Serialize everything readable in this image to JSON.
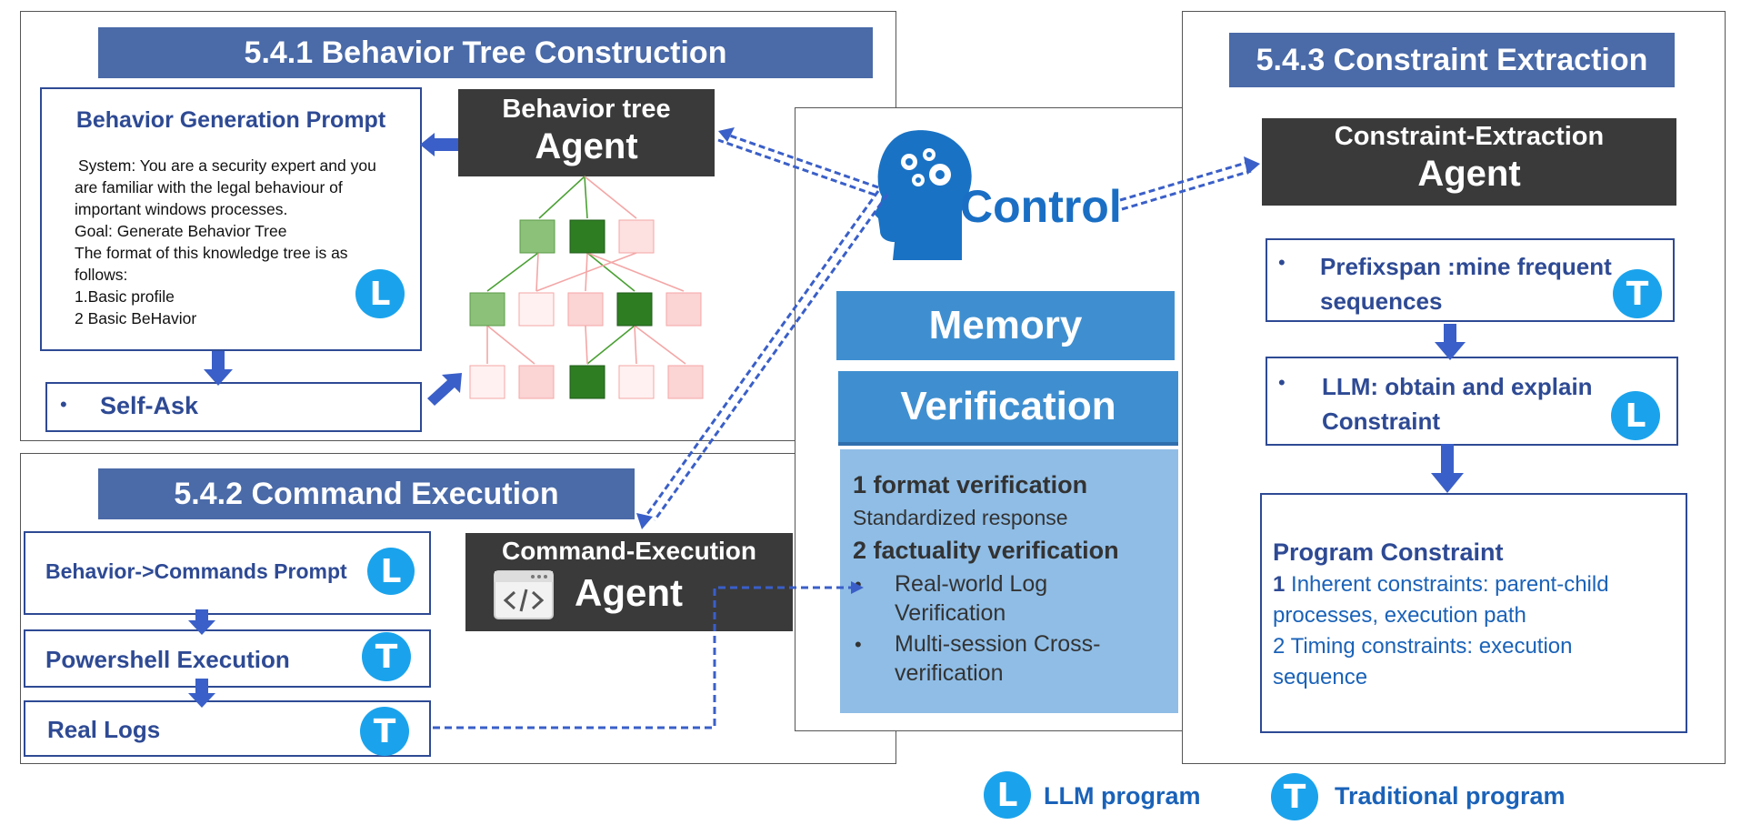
{
  "sec1": {
    "title": "5.4.1 Behavior Tree Construction",
    "prompt_title": "Behavior Generation Prompt",
    "prompt_lines": [
      "System: You are a security expert and you",
      "are familiar with the legal behaviour of",
      "important windows processes.",
      "Goal: Generate Behavior Tree",
      "The format of this knowledge tree is as",
      "follows:",
      "1.Basic profile",
      "2 Basic BeHavior"
    ],
    "prompt_badge": "L",
    "agent_line1": "Behavior tree",
    "agent_line2": "Agent",
    "self_ask_bullet": "•",
    "self_ask": "Self-Ask"
  },
  "sec2": {
    "title": "5.4.2 Command Execution",
    "box1": "Behavior->Commands Prompt",
    "box1_badge": "L",
    "box2": "Powershell Execution",
    "box2_badge": "T",
    "box3": "Real Logs",
    "box3_badge": "T",
    "agent_line1": "Command-Execution",
    "agent_line2": "Agent"
  },
  "center": {
    "control": "Control",
    "memory": "Memory",
    "verification": "Verification",
    "v1_title": "1 format verification",
    "v1_sub": "Standardized response",
    "v2_title": "2 factuality verification",
    "bullet": "•",
    "v2_item1_l1": "Real-world Log",
    "v2_item1_l2": "Verification",
    "v2_item2_l1": "Multi-session Cross-",
    "v2_item2_l2": "verification"
  },
  "sec3": {
    "title": "5.4.3 Constraint Extraction",
    "agent_line1": "Constraint-Extraction",
    "agent_line2": "Agent",
    "bullet": "•",
    "box1_l1": "Prefixspan :mine frequent",
    "box1_l2": "sequences",
    "box1_badge": "T",
    "box2_l1": "LLM: obtain and explain",
    "box2_l2": "Constraint",
    "box2_badge": "L",
    "pc_title": "Program Constraint",
    "pc1_num": "1",
    "pc1_l1": "Inherent constraints: parent-child",
    "pc1_l2": "processes, execution path",
    "pc2_l1": "2 Timing constraints: execution",
    "pc2_l2": "sequence"
  },
  "legend": {
    "l_badge": "L",
    "l_label": "LLM program",
    "t_badge": "T",
    "t_label": "Traditional program"
  },
  "colors": {
    "title_bar": "#4a6aa8",
    "agent_bg": "#3a3a3a",
    "badge": "#1aa3ec",
    "arrow": "#3a5fc8",
    "memory": "#3f8fd0",
    "verification_body": "#8fbde6",
    "tree_dark": "#2e7d23",
    "tree_light": "#8cc17a",
    "tree_pink": "#f6c6c6"
  }
}
